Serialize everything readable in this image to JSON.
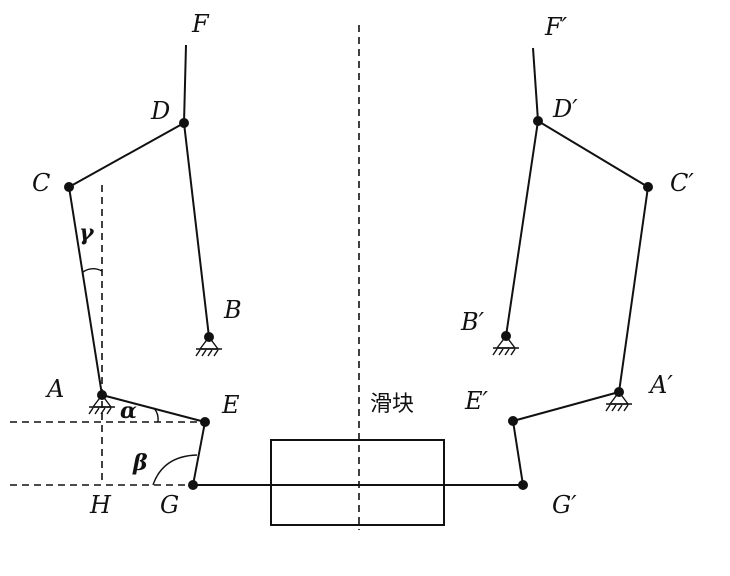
{
  "labels": {
    "F": "F",
    "D": "D",
    "C": "C",
    "B": "B",
    "A": "A",
    "E": "E",
    "G": "G",
    "H": "H",
    "F_prime": "F′",
    "D_prime": "D′",
    "C_prime": "C′",
    "B_prime": "B′",
    "A_prime": "A′",
    "E_prime": "E′",
    "G_prime": "G′",
    "alpha": "α",
    "beta": "β",
    "gamma": "γ",
    "slider": "滑块"
  }
}
